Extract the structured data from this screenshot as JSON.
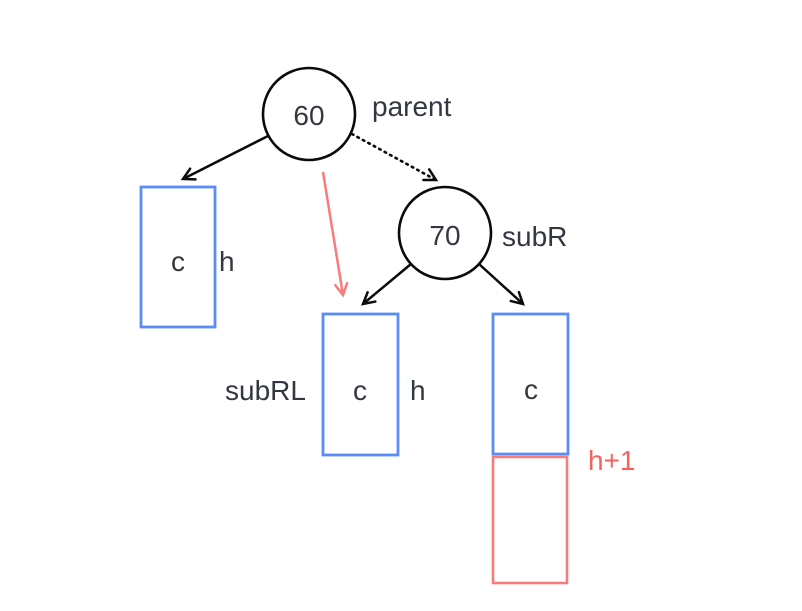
{
  "diagram": {
    "description": "AVL tree right-left rotation sketch",
    "colors": {
      "box_blue": "#5b8df8",
      "box_red": "#f77c7c",
      "edge_black": "#0b0b0b",
      "text": "#333840",
      "red_text": "#f7625f"
    },
    "nodes": {
      "parent": {
        "value": "60",
        "label": "parent"
      },
      "subR": {
        "value": "70",
        "label": "subR"
      }
    },
    "boxes": {
      "left": {
        "content": "c",
        "height_label": "h"
      },
      "subRL": {
        "label": "subRL",
        "content": "c",
        "height_label": "h"
      },
      "right": {
        "content": "c"
      },
      "right_extension": {
        "height_label": "h+1"
      }
    }
  }
}
